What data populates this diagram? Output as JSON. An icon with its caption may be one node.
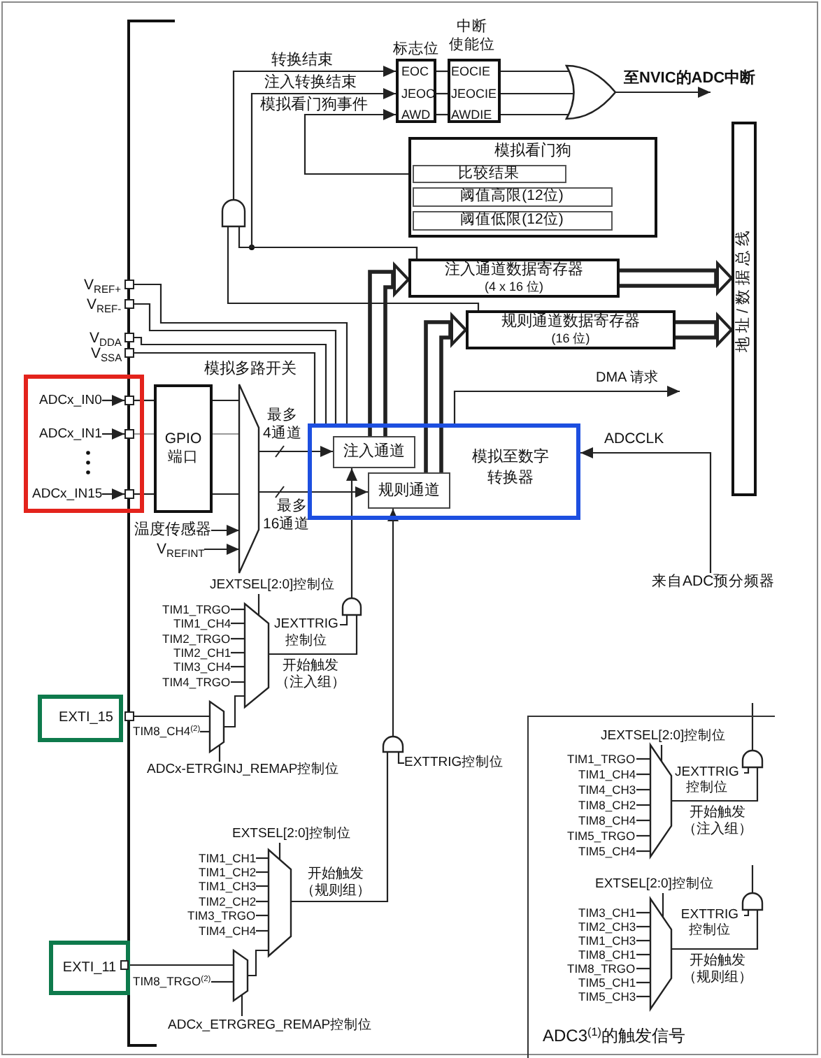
{
  "diagram": {
    "nodes": [
      {
        "text": [
          "标志位"
        ]
      },
      {
        "text": [
          "EOC"
        ],
        "in": 0
      },
      {
        "text": [
          "JEOC"
        ],
        "in": 0
      },
      {
        "text": [
          "AWD"
        ],
        "in": 0
      },
      {
        "text": [
          "中断使能位"
        ]
      },
      {
        "text": [
          "EOCIE"
        ],
        "in": 4
      },
      {
        "text": [
          "JEOCIE"
        ],
        "in": 4
      },
      {
        "text": [
          "AWDIE"
        ],
        "in": 4
      },
      {
        "text": [],
        "shape": "gate"
      },
      {
        "text": [],
        "shape": "gate"
      },
      {
        "text": [
          "模拟看门狗"
        ]
      },
      {
        "text": [
          "比较结果"
        ],
        "in": 10
      },
      {
        "text": [
          "阈值高限(12位)"
        ],
        "in": 10
      },
      {
        "text": [
          "阈值低限(12位)"
        ],
        "in": 10
      },
      {
        "text": [
          "地址/数据总线"
        ]
      },
      {
        "text": [
          "注入通道数据寄存器",
          "(4 x 16 位)"
        ]
      },
      {
        "text": [
          "规则通道数据寄存器",
          "(16 位)"
        ]
      },
      {
        "text": [],
        "shape": "box",
        "beside": [
          "V$_{REF+}$"
        ]
      },
      {
        "text": [],
        "shape": "box",
        "beside": [
          "V$_{REF-}$"
        ]
      },
      {
        "text": [],
        "shape": "box",
        "beside": [
          "V$_{DDA}$"
        ]
      },
      {
        "text": [],
        "shape": "box",
        "beside": [
          "V$_{SSA}$"
        ]
      },
      {
        "text": [],
        "shape": "box"
      },
      {
        "text": [
          "ADCx_IN0"
        ],
        "in": 21
      },
      {
        "text": [],
        "shape": "box",
        "in": 21
      },
      {
        "text": [
          "ADCx_IN1"
        ],
        "in": 21
      },
      {
        "text": [],
        "shape": "box",
        "in": 21
      },
      {
        "text": [
          "ADCx_IN15"
        ],
        "in": 21
      },
      {
        "text": [],
        "shape": "box",
        "in": 21
      },
      {
        "text": [
          "GPIO端口"
        ]
      },
      {
        "text": [
          "模拟多路开关"
        ]
      },
      {
        "text": [
          "温度传感器"
        ]
      },
      {
        "text": [
          "V$_{REFINT}$"
        ]
      },
      {
        "text": [
          "模拟至数字转换器"
        ]
      },
      {
        "text": [
          "注入通道"
        ],
        "in": 32
      },
      {
        "text": [
          "规则通道"
        ],
        "in": 32
      },
      {
        "text": [
          "来自ADC预分频器"
        ]
      },
      {
        "text": [
          "JEXTSEL[2:0]控制位"
        ]
      },
      {
        "text": [
          "TIM1_TRGO"
        ]
      },
      {
        "text": [
          "TIM1_CH4"
        ]
      },
      {
        "text": [
          "TIM2_TRGO"
        ]
      },
      {
        "text": [
          "TIM2_CH1"
        ]
      },
      {
        "text": [
          "TIM3_CH4"
        ]
      },
      {
        "text": [
          "TIM4_TRGO"
        ]
      },
      {
        "text": [],
        "shape": "trapezoid"
      },
      {
        "text": [],
        "shape": "gate"
      },
      {
        "text": [
          "JEXTTRIG控制位"
        ]
      },
      {
        "text": [
          "EXTI_15"
        ]
      },
      {
        "text": [],
        "shape": "box"
      },
      {
        "text": [
          "TIM8_CH4$^{(2)}$"
        ]
      },
      {
        "text": [],
        "shape": "trapezoid"
      },
      {
        "text": [
          "ADCx-ETRGINJ_REMAP控制位"
        ]
      },
      {
        "text": [],
        "shape": "gate"
      },
      {
        "text": [
          "EXTTRIG控制位"
        ]
      },
      {
        "text": [
          "EXTSEL[2:0]控制位"
        ]
      },
      {
        "text": [
          "TIM1_CH1"
        ]
      },
      {
        "text": [
          "TIM1_CH2"
        ]
      },
      {
        "text": [
          "TIM1_CH3"
        ]
      },
      {
        "text": [
          "TIM2_CH2"
        ]
      },
      {
        "text": [
          "TIM3_TRGO"
        ]
      },
      {
        "text": [
          "TIM4_CH4"
        ]
      },
      {
        "text": [],
        "shape": "trapezoid"
      },
      {
        "text": [
          "EXTI_11"
        ]
      },
      {
        "text": [],
        "shape": "box",
        "in": 61
      },
      {
        "text": [
          "TIM8_TRGO$^{(2)}$"
        ]
      },
      {
        "text": [],
        "shape": "trapezoid"
      },
      {
        "text": [
          "ADCx_ETRGREG_REMAP控制位"
        ]
      },
      {
        "text": [
          "ADC3$^{(1)}$的触发信号"
        ]
      },
      {
        "text": [
          "JEXTSEL[2:0]控制位"
        ],
        "in": 66
      },
      {
        "text": [
          "TIM1_TRGO"
        ],
        "in": 66
      },
      {
        "text": [
          "TIM1_CH4"
        ],
        "in": 66
      },
      {
        "text": [
          "TIM4_CH3"
        ],
        "in": 66
      },
      {
        "text": [
          "TIM8_CH2"
        ],
        "in": 66
      },
      {
        "text": [
          "TIM8_CH4"
        ],
        "in": 66
      },
      {
        "text": [
          "TIM5_TRGO"
        ],
        "in": 66
      },
      {
        "text": [
          "TIM5_CH4"
        ],
        "in": 66
      },
      {
        "text": [],
        "shape": "trapezoid",
        "in": 66
      },
      {
        "text": [],
        "shape": "gate",
        "in": 66
      },
      {
        "text": [
          "JEXTTRIG控制位"
        ],
        "in": 66
      },
      {
        "text": [
          "EXTSEL[2:0]控制位"
        ],
        "in": 66
      },
      {
        "text": [
          "TIM3_CH1"
        ],
        "in": 66
      },
      {
        "text": [
          "TIM2_CH3"
        ],
        "in": 66
      },
      {
        "text": [
          "TIM1_CH3"
        ],
        "in": 66
      },
      {
        "text": [
          "TIM8_CH1"
        ],
        "in": 66
      },
      {
        "text": [
          "TIM8_TRGO"
        ],
        "in": 66
      },
      {
        "text": [
          "TIM5_CH1"
        ],
        "in": 66
      },
      {
        "text": [
          "TIM5_CH3"
        ],
        "in": 66
      },
      {
        "text": [],
        "shape": "trapezoid",
        "in": 66
      },
      {
        "text": [],
        "shape": "gate",
        "in": 66
      },
      {
        "text": [
          "EXTTRIG控制位"
        ],
        "in": 66
      }
    ],
    "edges": [
      {
        "from": 9,
        "to": 1,
        "arrow": "to",
        "label": "转换结束"
      },
      {
        "from": 15,
        "to": 2,
        "arrow": "to",
        "label": "注入转换结束"
      },
      {
        "from": 11,
        "to": 3,
        "arrow": "to",
        "label": "模拟看门狗事件"
      },
      {
        "from": 1,
        "to": 5,
        "arrow": "none"
      },
      {
        "from": 2,
        "to": 6,
        "arrow": "none"
      },
      {
        "from": 3,
        "to": 7,
        "arrow": "none"
      },
      {
        "from": 5,
        "to": 8,
        "arrow": "none"
      },
      {
        "from": 6,
        "to": 8,
        "arrow": "none"
      },
      {
        "from": 7,
        "to": 8,
        "arrow": "none"
      },
      {
        "from": 8,
        "to": null,
        "arrow": "to",
        "label": "至NVIC的ADC中断"
      },
      {
        "from": 15,
        "to": 9,
        "arrow": "none"
      },
      {
        "from": 16,
        "to": 9,
        "arrow": "none"
      },
      {
        "from": 15,
        "to": 14,
        "arrow": "to",
        "style": "thick"
      },
      {
        "from": 16,
        "to": 14,
        "arrow": "to",
        "style": "thick"
      },
      {
        "from": 33,
        "to": 15,
        "arrow": "to",
        "style": "thick"
      },
      {
        "from": 34,
        "to": 16,
        "arrow": "to",
        "style": "thick"
      },
      {
        "from": 17,
        "to": 32,
        "arrow": "none"
      },
      {
        "from": 18,
        "to": 32,
        "arrow": "none"
      },
      {
        "from": 19,
        "to": 32,
        "arrow": "none"
      },
      {
        "from": 20,
        "to": 32,
        "arrow": "none"
      },
      {
        "from": 22,
        "to": 23,
        "arrow": "to"
      },
      {
        "from": 23,
        "to": 28,
        "arrow": "none"
      },
      {
        "from": 24,
        "to": 25,
        "arrow": "to"
      },
      {
        "from": 25,
        "to": 28,
        "arrow": "none",
        "color": "#999999"
      },
      {
        "from": 26,
        "to": 27,
        "arrow": "to"
      },
      {
        "from": 27,
        "to": 28,
        "arrow": "none"
      },
      {
        "from": 28,
        "to": 29,
        "arrow": "none"
      },
      {
        "from": 28,
        "to": 29,
        "arrow": "none",
        "color": "#999999"
      },
      {
        "from": 28,
        "to": 29,
        "arrow": "none"
      },
      {
        "from": 30,
        "to": 29,
        "arrow": "to"
      },
      {
        "from": 31,
        "to": 29,
        "arrow": "to"
      },
      {
        "from": 29,
        "to": 33,
        "arrow": "to",
        "label": "最多4通道"
      },
      {
        "from": 29,
        "to": 34,
        "arrow": "to",
        "label": "最多16通道"
      },
      {
        "from": 35,
        "to": 32,
        "arrow": "to",
        "label": "ADCCLK"
      },
      {
        "from": 32,
        "to": null,
        "arrow": "to",
        "label": "DMA 请求"
      },
      {
        "from": 36,
        "to": 43,
        "arrow": "none"
      },
      {
        "from": 37,
        "to": 43,
        "arrow": "none"
      },
      {
        "from": 38,
        "to": 43,
        "arrow": "none"
      },
      {
        "from": 39,
        "to": 43,
        "arrow": "none"
      },
      {
        "from": 40,
        "to": 43,
        "arrow": "none"
      },
      {
        "from": 41,
        "to": 43,
        "arrow": "none"
      },
      {
        "from": 42,
        "to": 43,
        "arrow": "none"
      },
      {
        "from": 43,
        "to": 44,
        "arrow": "none",
        "label": "开始触发（注入组）"
      },
      {
        "from": 45,
        "to": 44,
        "arrow": "none"
      },
      {
        "from": 44,
        "to": 33,
        "arrow": "to"
      },
      {
        "from": 47,
        "to": 49,
        "arrow": "none"
      },
      {
        "from": 48,
        "to": 49,
        "arrow": "none"
      },
      {
        "from": 50,
        "to": 49,
        "arrow": "none"
      },
      {
        "from": 49,
        "to": 43,
        "arrow": "none"
      },
      {
        "from": 52,
        "to": 51,
        "arrow": "none"
      },
      {
        "from": 51,
        "to": 34,
        "arrow": "to"
      },
      {
        "from": 53,
        "to": 60,
        "arrow": "none"
      },
      {
        "from": 54,
        "to": 60,
        "arrow": "none"
      },
      {
        "from": 55,
        "to": 60,
        "arrow": "none"
      },
      {
        "from": 56,
        "to": 60,
        "arrow": "none"
      },
      {
        "from": 57,
        "to": 60,
        "arrow": "none"
      },
      {
        "from": 58,
        "to": 60,
        "arrow": "none"
      },
      {
        "from": 59,
        "to": 60,
        "arrow": "none"
      },
      {
        "from": 60,
        "to": 51,
        "arrow": "none",
        "label": "开始触发（规则组）"
      },
      {
        "from": 62,
        "to": 64,
        "arrow": "none"
      },
      {
        "from": 63,
        "to": 64,
        "arrow": "none"
      },
      {
        "from": 65,
        "to": 64,
        "arrow": "none"
      },
      {
        "from": 64,
        "to": 60,
        "arrow": "none"
      },
      {
        "from": 67,
        "to": 75,
        "arrow": "none"
      },
      {
        "from": 68,
        "to": 75,
        "arrow": "none"
      },
      {
        "from": 69,
        "to": 75,
        "arrow": "none"
      },
      {
        "from": 70,
        "to": 75,
        "arrow": "none"
      },
      {
        "from": 71,
        "to": 75,
        "arrow": "none"
      },
      {
        "from": 72,
        "to": 75,
        "arrow": "none"
      },
      {
        "from": 73,
        "to": 75,
        "arrow": "none"
      },
      {
        "from": 74,
        "to": 75,
        "arrow": "none"
      },
      {
        "from": 75,
        "to": 76,
        "arrow": "none",
        "label": "开始触发（注入组）"
      },
      {
        "from": 77,
        "to": 76,
        "arrow": "none"
      },
      {
        "from": 76,
        "to": null,
        "arrow": "none"
      },
      {
        "from": 78,
        "to": 86,
        "arrow": "none"
      },
      {
        "from": 79,
        "to": 86,
        "arrow": "none"
      },
      {
        "from": 80,
        "to": 86,
        "arrow": "none"
      },
      {
        "from": 81,
        "to": 86,
        "arrow": "none"
      },
      {
        "from": 82,
        "to": 86,
        "arrow": "none"
      },
      {
        "from": 83,
        "to": 86,
        "arrow": "none"
      },
      {
        "from": 84,
        "to": 86,
        "arrow": "none"
      },
      {
        "from": 85,
        "to": 86,
        "arrow": "none"
      },
      {
        "from": 86,
        "to": 87,
        "arrow": "none",
        "label": "开始触发（规则组）"
      },
      {
        "from": 88,
        "to": 87,
        "arrow": "none"
      },
      {
        "from": 87,
        "to": null,
        "arrow": "none"
      }
    ]
  }
}
